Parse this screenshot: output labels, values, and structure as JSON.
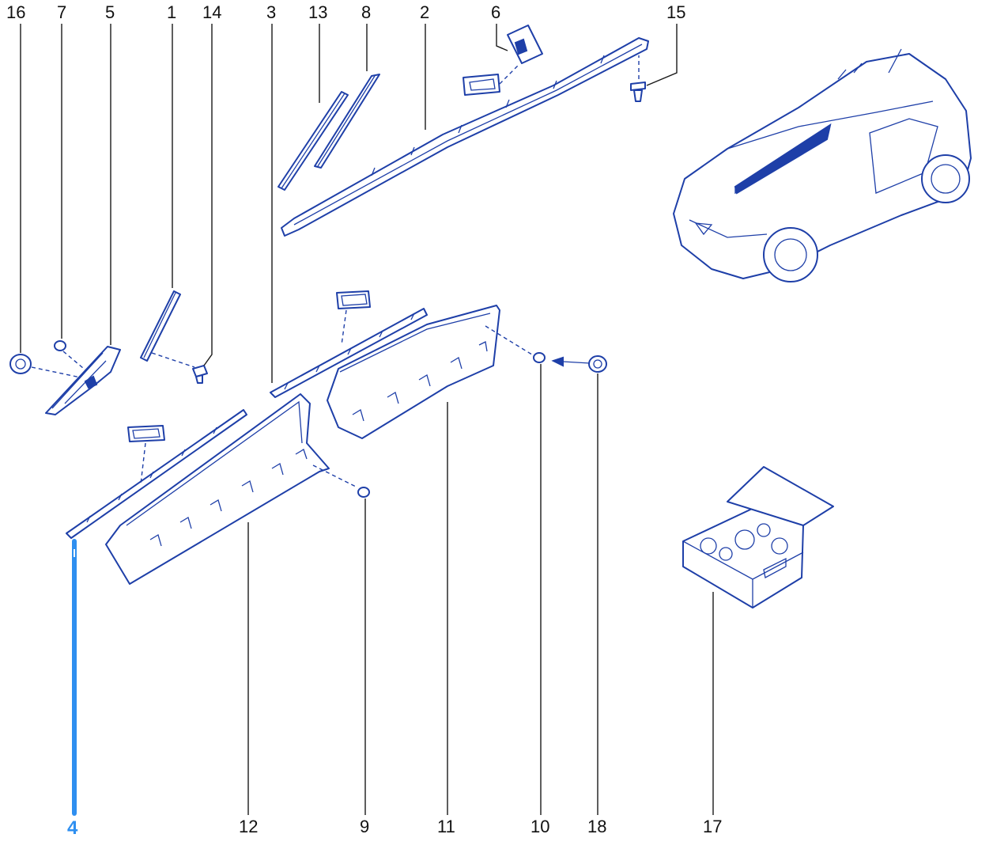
{
  "callouts": [
    {
      "id": "16",
      "label": "16"
    },
    {
      "id": "7",
      "label": "7"
    },
    {
      "id": "5",
      "label": "5"
    },
    {
      "id": "1",
      "label": "1"
    },
    {
      "id": "14",
      "label": "14"
    },
    {
      "id": "3",
      "label": "3"
    },
    {
      "id": "13",
      "label": "13"
    },
    {
      "id": "8",
      "label": "8"
    },
    {
      "id": "2",
      "label": "2"
    },
    {
      "id": "6",
      "label": "6"
    },
    {
      "id": "15",
      "label": "15"
    },
    {
      "id": "4",
      "label": "4"
    },
    {
      "id": "12",
      "label": "12"
    },
    {
      "id": "9",
      "label": "9"
    },
    {
      "id": "11",
      "label": "11"
    },
    {
      "id": "10",
      "label": "10"
    },
    {
      "id": "18",
      "label": "18"
    },
    {
      "id": "17",
      "label": "17"
    }
  ],
  "highlight": {
    "callout_id": "4",
    "color": "#2e8ff0"
  },
  "colors": {
    "part_line": "#1e3fa8",
    "leader_line": "#1a1a1a",
    "text": "#111111"
  }
}
